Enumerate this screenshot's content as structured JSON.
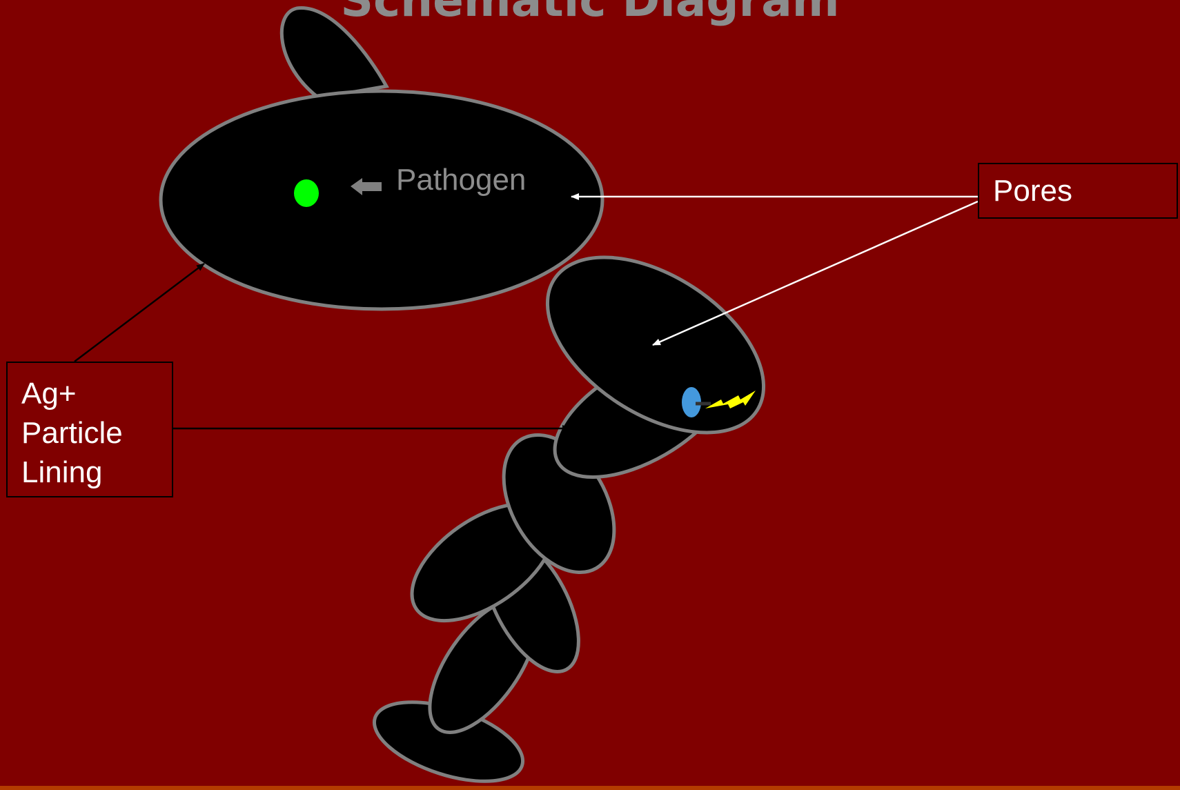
{
  "title": "Schematic Diagram",
  "labels": {
    "pathogen": "Pathogen",
    "pores": "Pores",
    "ag_lines": [
      "Ag+",
      "Particle",
      "Lining"
    ]
  },
  "colors": {
    "background": "#800000",
    "cell_body": "#000000",
    "outline": "#808080",
    "pathogen_dot": "#00ff00",
    "pore_dot": "#4499dd",
    "spark": "#ffff00",
    "bottom_bar": "#b33c00"
  },
  "icons": [
    "pathogen-dot-icon",
    "left-arrow-icon",
    "pore-icon",
    "lightning-icon"
  ]
}
